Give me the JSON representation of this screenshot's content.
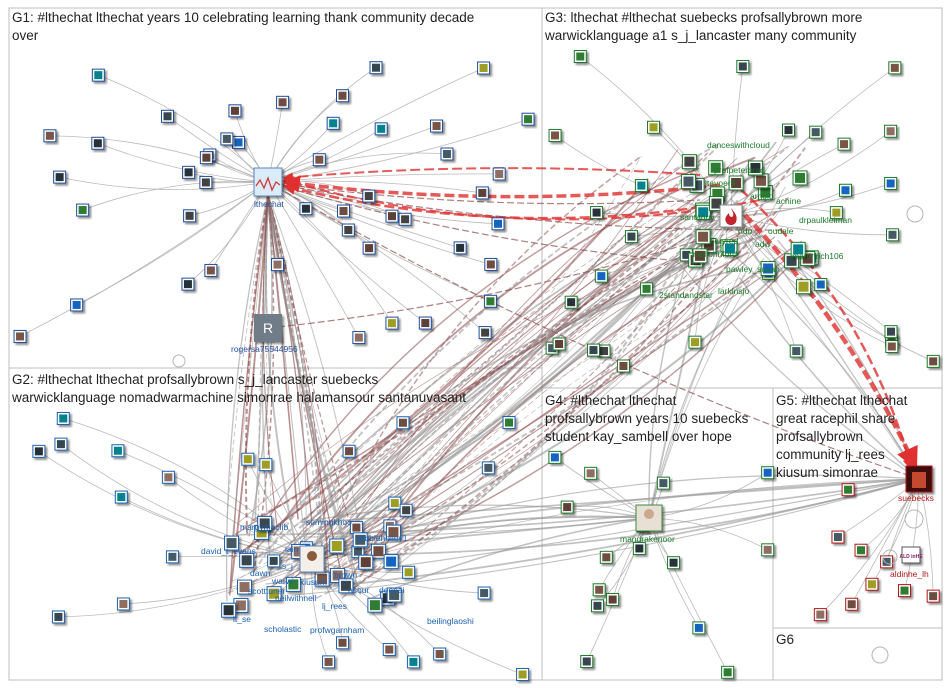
{
  "groups": [
    {
      "id": "G1",
      "title_lines": [
        "G1: #lthechat lthechat years 10 celebrating learning thank community decade",
        "over"
      ]
    },
    {
      "id": "G2",
      "title_lines": [
        "G2: #lthechat lthechat profsallybrown s_j_lancaster suebecks",
        "warwicklanguage nomadwarmachine simonrae halamansour santanuvasant"
      ]
    },
    {
      "id": "G3",
      "title_lines": [
        "G3: lthechat #lthechat suebecks profsallybrown more",
        "warwicklanguage a1 s_j_lancaster many community"
      ]
    },
    {
      "id": "G4",
      "title_lines": [
        "G4: #lthechat lthechat",
        "profsallybrown years 10 suebecks",
        "student kay_sambell over hope"
      ]
    },
    {
      "id": "G5",
      "title_lines": [
        "G5: #lthechat lthechat",
        "great racephil share",
        "profsallybrown",
        "community lj_rees",
        "kiusum simonrae"
      ]
    },
    {
      "id": "G6",
      "title_lines": [
        "G6"
      ]
    }
  ],
  "labels": {
    "g1": [
      "lthechat",
      "rogersa75544956"
    ],
    "g2": [
      "margymaclib",
      "sumingkhoo",
      "debbieholley1",
      "david_t_evans",
      "iain",
      "dawn",
      "warwi",
      "kiusum",
      "brown",
      "s_j",
      "scotttuner",
      "neilwithnell",
      "nsour",
      "deenai",
      "lj_rees",
      "it_se",
      "scholastic",
      "profwgarnham",
      "beilinglaoshi"
    ],
    "g3": [
      "danceswithcloud",
      "profpeterbrad",
      "tavoer8",
      "arnold",
      "achine",
      "santanuv",
      "drpaulkleiman",
      "ndo",
      "oudale",
      "fieryred",
      "adw",
      "neiljohnford",
      "martinrich106",
      "pawley_susan",
      "2standandstar",
      "larkinsjo"
    ],
    "g4": [
      "mandrakenoor"
    ],
    "g5": [
      "suebecks",
      "aldinhe_lh"
    ]
  },
  "icons": {
    "hub": "waveform-chart-icon",
    "rogersa": "letter-r-avatar-icon",
    "fieryred": "flame-logo-icon",
    "aldinhe": "aldinhe-logo-icon"
  },
  "hub_letter": "R",
  "logo_text": {
    "aldinhe": "ALD inHE"
  },
  "colors": {
    "g1_label": "#1f4e9c",
    "g2_label": "#1a60b0",
    "g3_label": "#1b7a2a",
    "g5_label": "#b01818",
    "edge_gray": "#9a9a9a",
    "edge_red": "#e03030",
    "edge_maroon": "#8c4a4a",
    "panel_border": "#bdbdbd"
  }
}
